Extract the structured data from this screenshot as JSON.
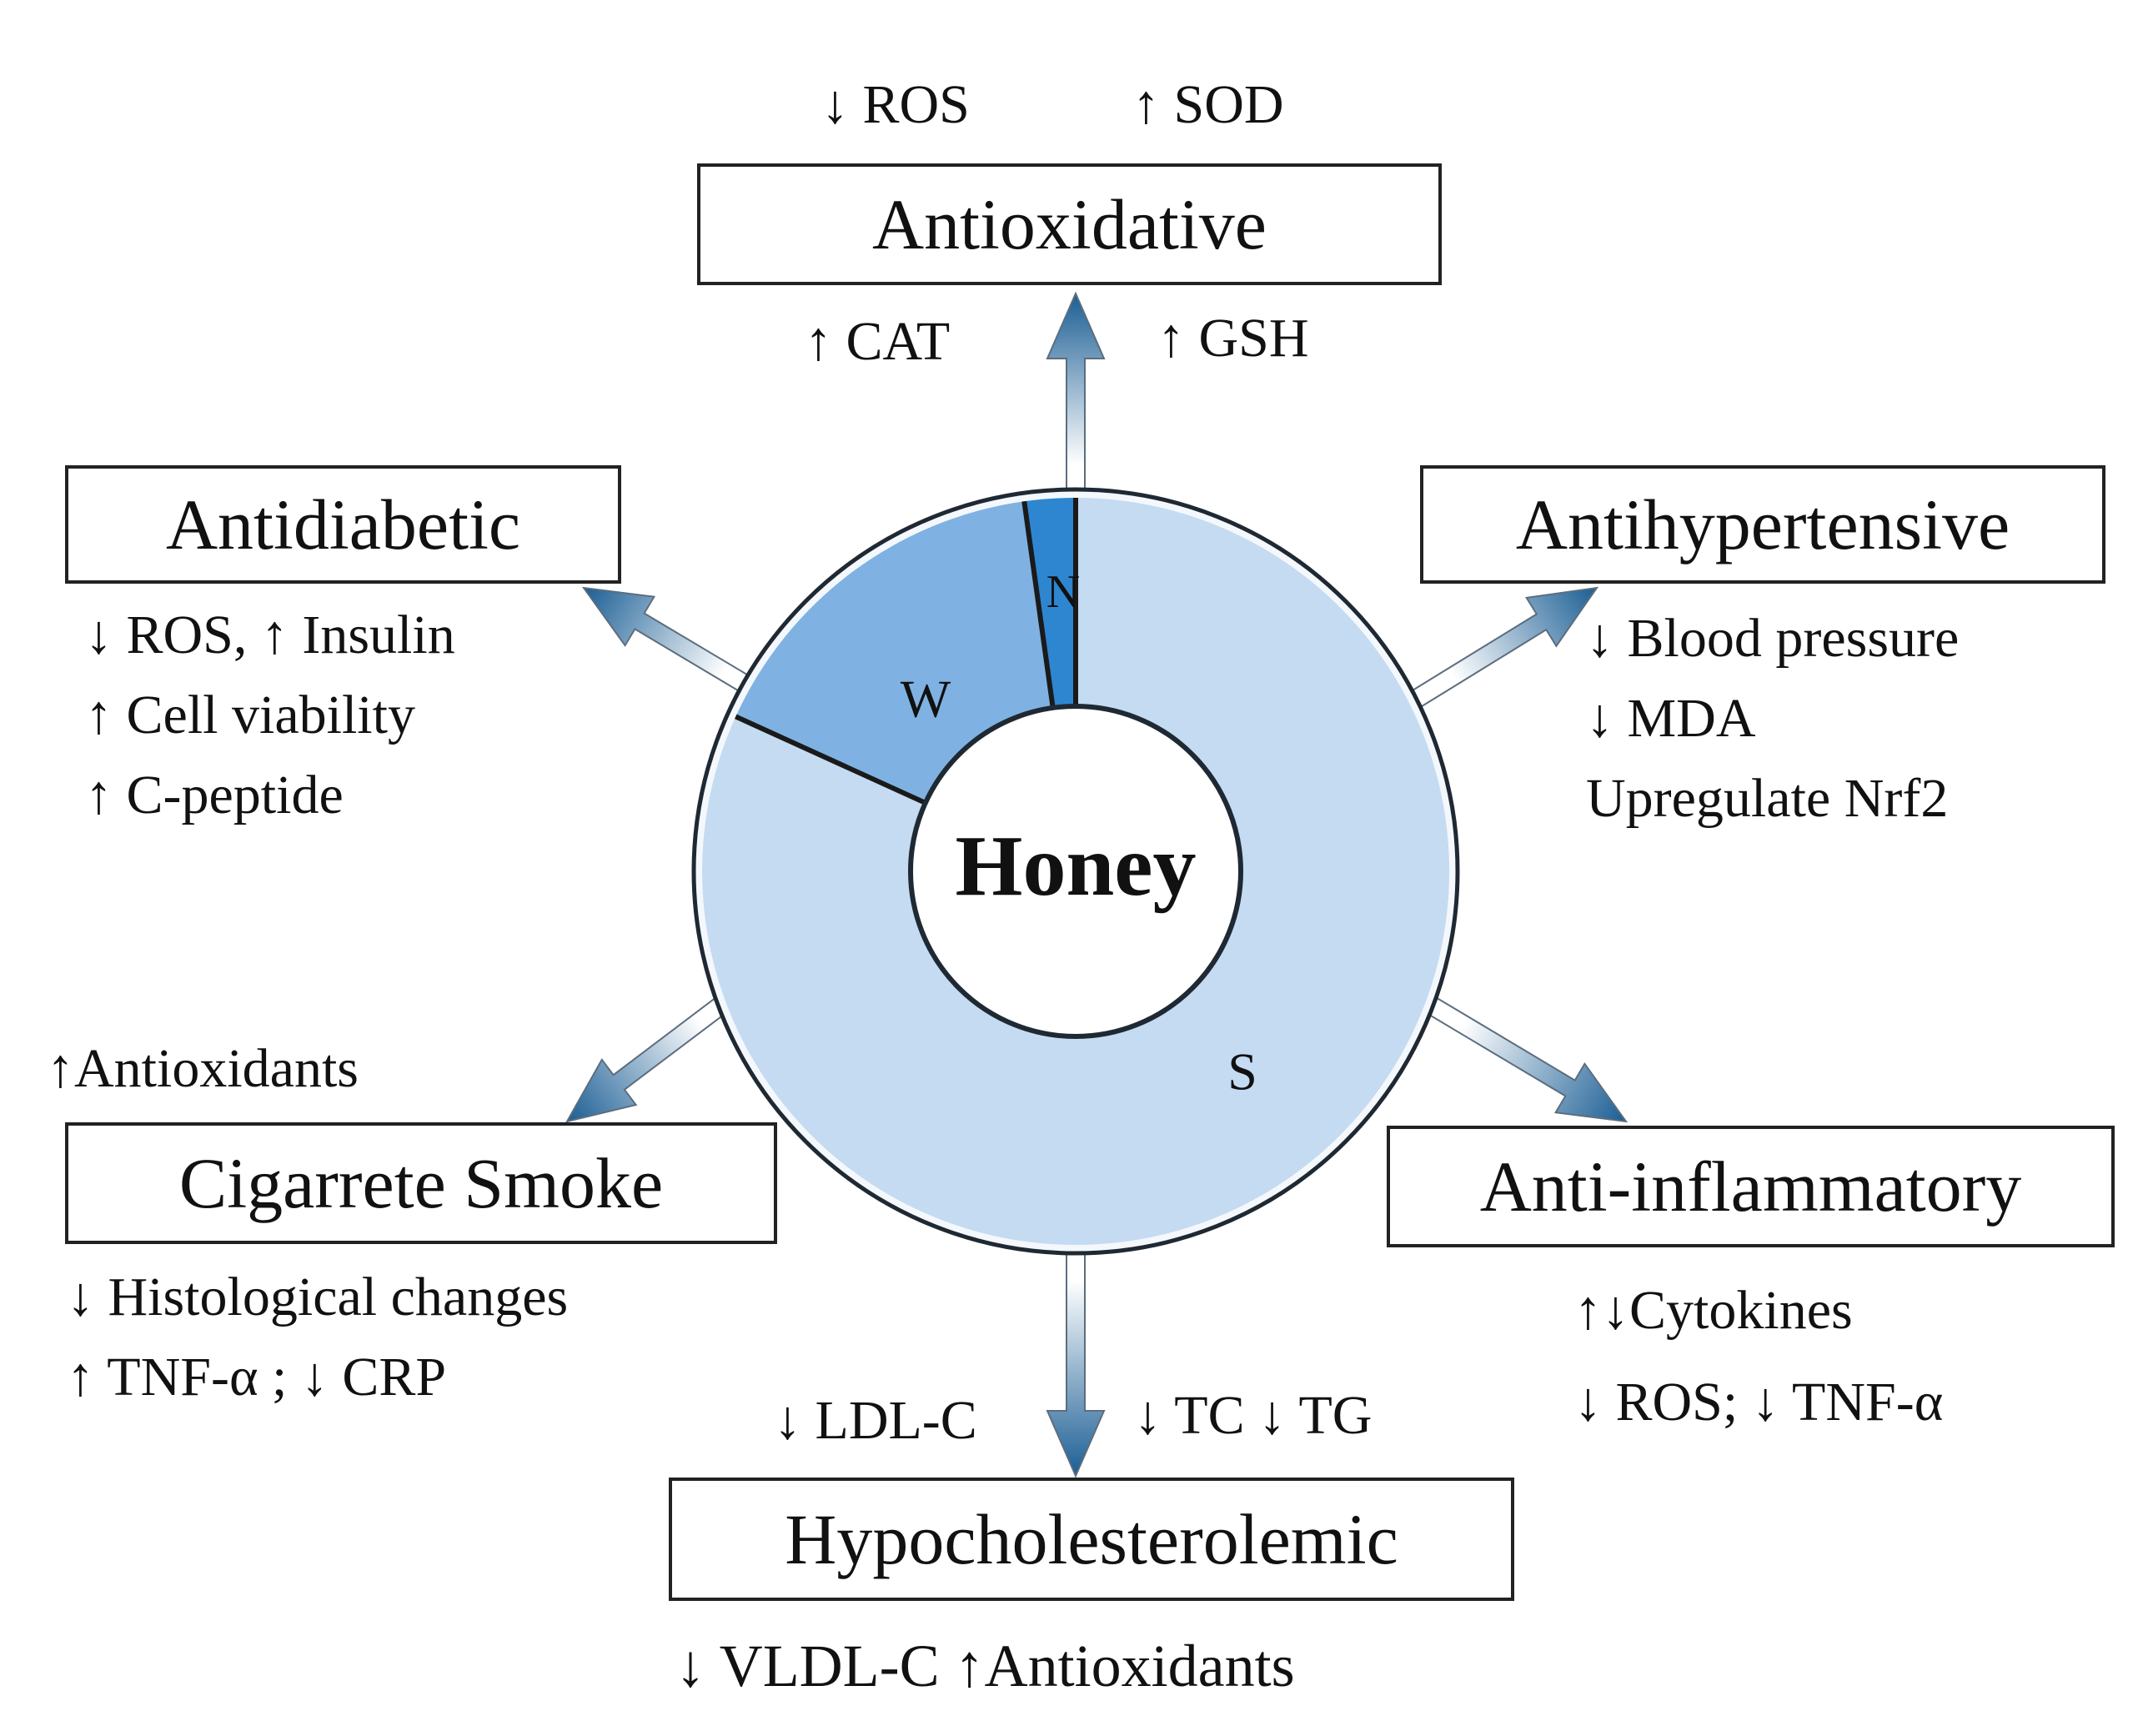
{
  "colors": {
    "ring_s": "#c4dbf2",
    "ring_w": "#7fb2e2",
    "ring_n": "#2e86d0",
    "ring_outline": "#f4f8fc",
    "divider": "#1a1a1a",
    "arrow_dark": "#1b5e94",
    "arrow_light": "#ffffff",
    "box_border": "#222222"
  },
  "center": {
    "label": "Honey",
    "segments": [
      {
        "label": "S",
        "share": 0.818
      },
      {
        "label": "W",
        "share": 0.16
      },
      {
        "label": "N",
        "share": 0.022
      }
    ]
  },
  "effects": {
    "antioxidative": {
      "title": "Antioxidative",
      "above_left": "↓ ROS",
      "above_right": "↑ SOD",
      "below_left": "↑ CAT",
      "below_right": "↑ GSH"
    },
    "antidiabetic": {
      "title": "Antidiabetic",
      "lines": [
        "↓ ROS, ↑ Insulin",
        "↑ Cell viability",
        "↑ C-peptide"
      ]
    },
    "antihypertensive": {
      "title": "Antihypertensive",
      "lines": [
        "↓ Blood pressure",
        "↓ MDA",
        "Upregulate Nrf2"
      ]
    },
    "cigarette_smoke": {
      "title": "Cigarrete Smoke",
      "above": "↑Antioxidants",
      "lines": [
        "↓ Histological changes",
        "↑ TNF-α ; ↓ CRP"
      ]
    },
    "anti_inflammatory": {
      "title": "Anti-inflammatory",
      "lines": [
        "↑↓Cytokines",
        "↓ ROS; ↓ TNF-α"
      ]
    },
    "hypocholesterolemic": {
      "title": "Hypocholesterolemic",
      "above_left": "↓ LDL-C",
      "above_right": "↓ TC ↓ TG",
      "below": "↓ VLDL-C ↑Antioxidants"
    }
  }
}
